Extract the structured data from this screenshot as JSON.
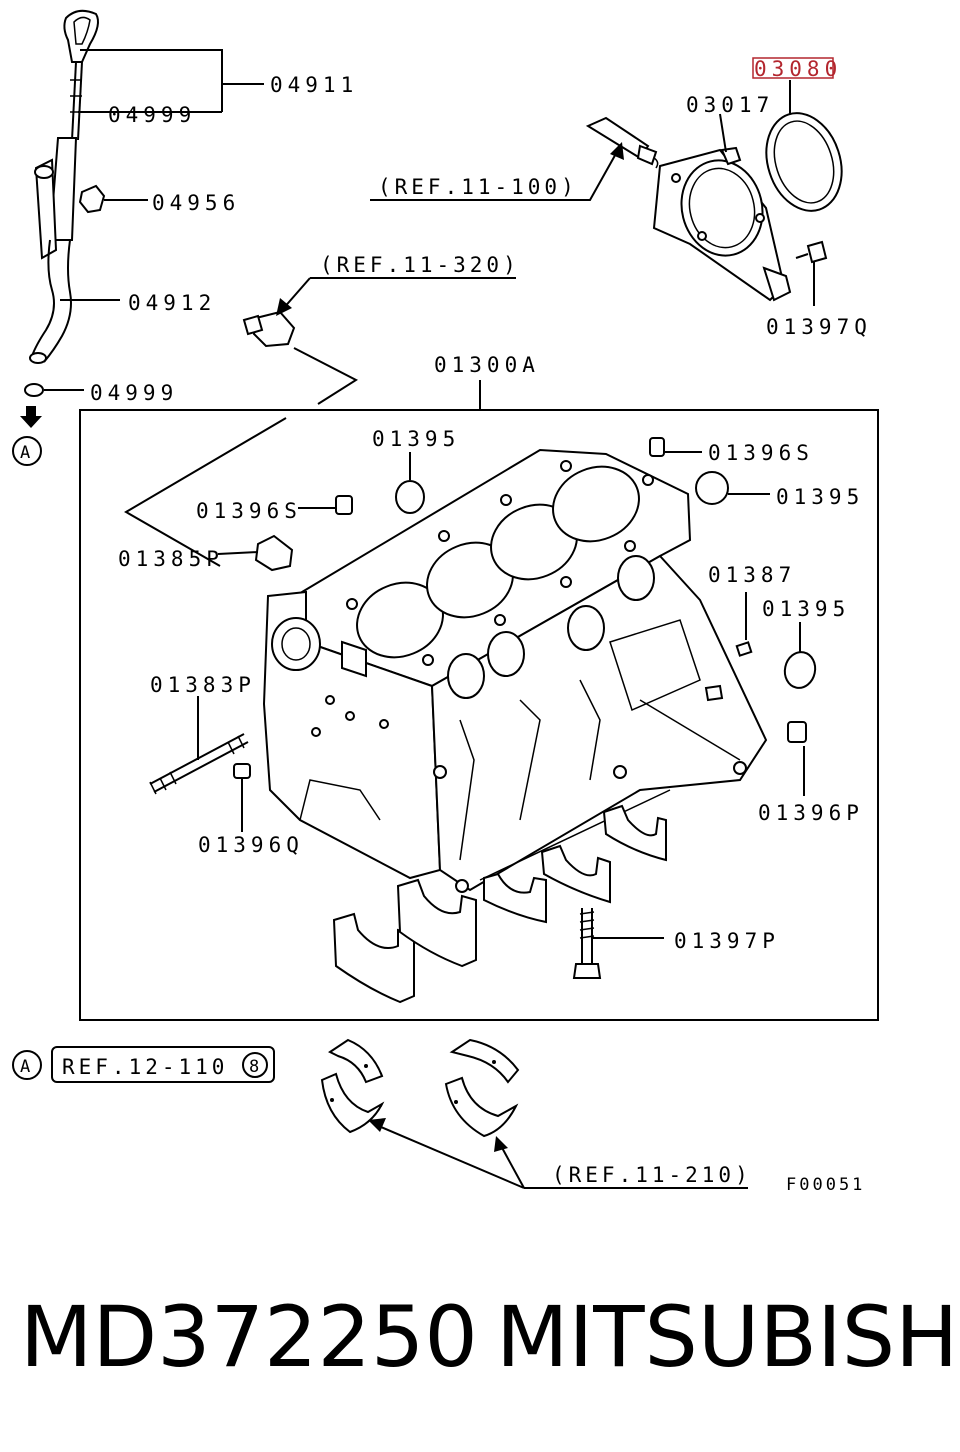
{
  "part_labels": {
    "dipstick_assembly": "04911",
    "o_ring_upper": "04999",
    "bolt_guide": "04956",
    "dipstick_guide": "04912",
    "o_ring_lower": "04999",
    "block_assembly": "01300A",
    "plug_top_center": "01395",
    "plug_top_right": "01395",
    "plug_right_mid": "01395",
    "dowel_left": "01396S",
    "dowel_right": "01396S",
    "drain_plug": "01385P",
    "pin": "01387",
    "stud": "01383P",
    "dowel_q": "01396Q",
    "dowel_p": "01396P",
    "bolt_p": "01397P",
    "oil_seal_case": "03017",
    "oil_seal_highlighted": "03080",
    "bolt_q": "01397Q"
  },
  "refs": {
    "sealant": "(REF.11-100)",
    "sensor": "(REF.11-320)",
    "bearings": "(REF.11-210)",
    "oil_pan": "REF.12-110",
    "oil_pan_num": "8"
  },
  "marker": "A",
  "figure_code": "F00051",
  "caption": {
    "part_number": "MD372250",
    "brand": "MITSUBISHI"
  },
  "colors": {
    "highlight": "#b3262e",
    "ink": "#000000"
  }
}
